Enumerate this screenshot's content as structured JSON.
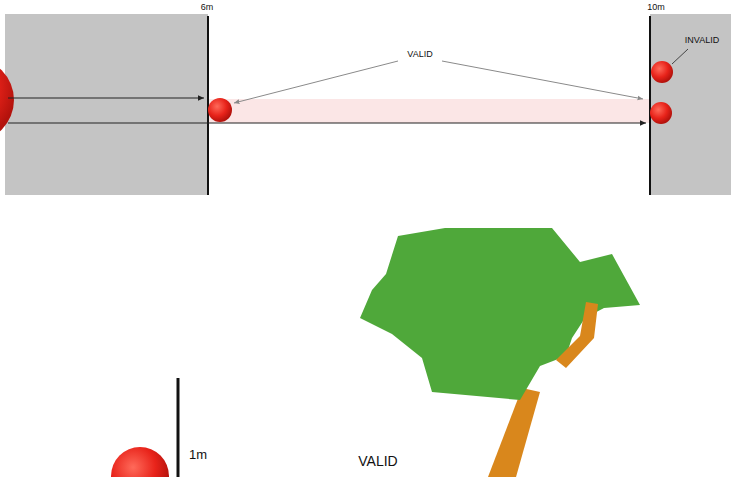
{
  "diagram": {
    "labels": [
      "6m",
      "10m",
      "VALID",
      "INVALID",
      "1m",
      "VALID"
    ]
  }
}
